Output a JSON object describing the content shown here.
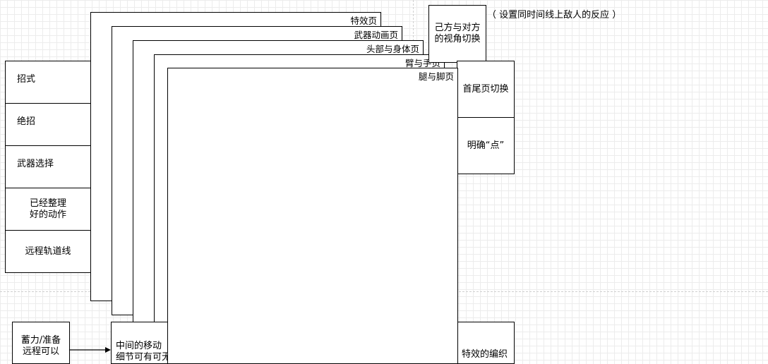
{
  "pages": {
    "effects": "特效页",
    "weapon_anim": "武器动画页",
    "head_body": "头部与身体页",
    "arm_hand": "臂与手页",
    "leg_foot": "腿与脚页"
  },
  "left_column": {
    "moves": "招式",
    "ultimate": "绝招",
    "weapon_select": "武器选择",
    "sorted_actions_l1": "已经整理",
    "sorted_actions_l2": "好的动作",
    "ranged_track": "远程轨道线"
  },
  "right_column": {
    "pov_switch_l1": "己方与对方",
    "pov_switch_l2": "的视角切换",
    "pov_note": "（ 设置同时间线上敌人的反应 ）",
    "first_last_switch": "首尾页切换",
    "clarify_point": "明确“点”",
    "effects_weave": "特效的编织"
  },
  "bottom": {
    "charge_l1": "蓄力/准备",
    "charge_l2": "远程可以",
    "middle_move_l1": "中间的移动",
    "middle_move_l2": "细节可有可无"
  }
}
